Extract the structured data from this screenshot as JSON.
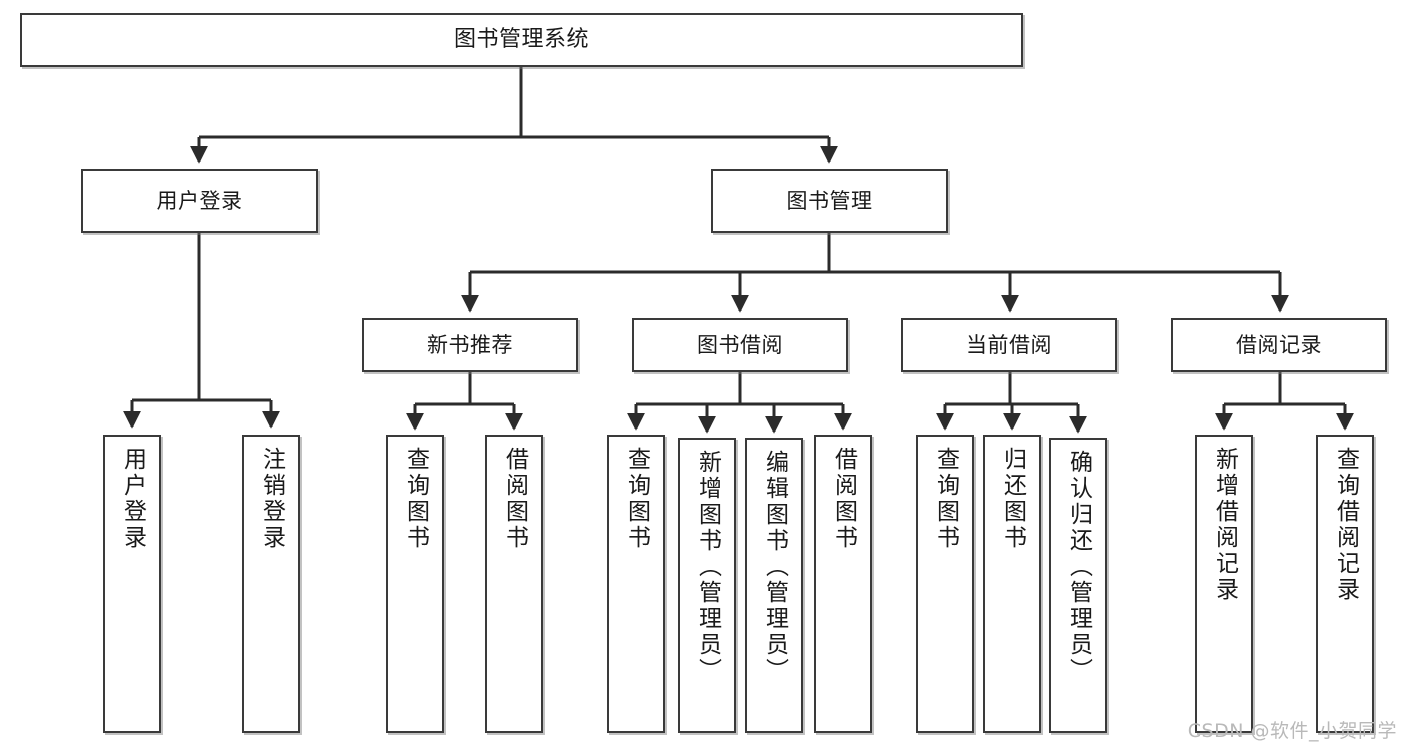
{
  "diagram": {
    "title": "图书管理系统",
    "type": "tree-hierarchy-chart",
    "colors": {
      "box_border": "#3a3a3a",
      "box_fill": "#ffffff",
      "edge": "#2b2b2b",
      "watermark": "#b9b9b9",
      "background": "#ffffff"
    },
    "root": {
      "id": "root",
      "label": "图书管理系统"
    },
    "level2": [
      {
        "id": "user-login",
        "label": "用户登录"
      },
      {
        "id": "book-management",
        "label": "图书管理"
      }
    ],
    "level3": [
      {
        "id": "new-book-recommend",
        "label": "新书推荐",
        "parent": "book-management"
      },
      {
        "id": "book-borrow",
        "label": "图书借阅",
        "parent": "book-management"
      },
      {
        "id": "current-borrow",
        "label": "当前借阅",
        "parent": "book-management"
      },
      {
        "id": "borrow-record",
        "label": "借阅记录",
        "parent": "book-management"
      }
    ],
    "leaves": [
      {
        "id": "leaf-user-login",
        "label": "用户登录",
        "parent": "user-login"
      },
      {
        "id": "leaf-logout-login",
        "label": "注销登录",
        "parent": "user-login"
      },
      {
        "id": "leaf-query-book-1",
        "label": "查询图书",
        "parent": "new-book-recommend"
      },
      {
        "id": "leaf-borrow-book-1",
        "label": "借阅图书",
        "parent": "new-book-recommend"
      },
      {
        "id": "leaf-query-book-2",
        "label": "查询图书",
        "parent": "book-borrow"
      },
      {
        "id": "leaf-add-book-admin",
        "label": "新增图书（管理员）",
        "parent": "book-borrow"
      },
      {
        "id": "leaf-edit-book-admin",
        "label": "编辑图书（管理员）",
        "parent": "book-borrow"
      },
      {
        "id": "leaf-borrow-book-2",
        "label": "借阅图书",
        "parent": "book-borrow"
      },
      {
        "id": "leaf-query-book-3",
        "label": "查询图书",
        "parent": "current-borrow"
      },
      {
        "id": "leaf-return-book",
        "label": "归还图书",
        "parent": "current-borrow"
      },
      {
        "id": "leaf-confirm-return-admin",
        "label": "确认归还（管理员）",
        "parent": "current-borrow"
      },
      {
        "id": "leaf-add-borrow-record",
        "label": "新增借阅记录",
        "parent": "borrow-record"
      },
      {
        "id": "leaf-query-borrow-record",
        "label": "查询借阅记录",
        "parent": "borrow-record"
      }
    ],
    "watermark": "CSDN @软件_小贺同学"
  }
}
